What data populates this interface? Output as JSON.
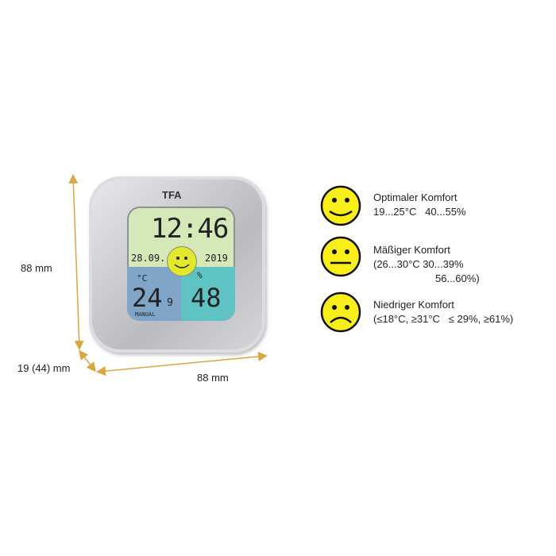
{
  "dimensions": {
    "height": "88 mm",
    "depth": "19 (44) mm",
    "width": "88 mm"
  },
  "device": {
    "brand": "TFA",
    "time": "12:46",
    "date": "28.09.",
    "year": "2019",
    "temp_unit": "°C",
    "temperature": "24",
    "temperature_decimal": "9",
    "humidity_unit": "%",
    "humidity": "48",
    "mode": "MANUAL"
  },
  "comfort_levels": [
    {
      "title": "Optimaler Komfort",
      "line1": "19...25°C   40...55%",
      "line2": "",
      "face": "happy"
    },
    {
      "title": "Mäßiger Komfort",
      "line1": "(26...30°C 30...39%",
      "line2": "56...60%)",
      "face": "neutral"
    },
    {
      "title": "Niedriger Komfort",
      "line1": "(≤18°C, ≥31°C   ≤ 29%, ≥61%)",
      "line2": "",
      "face": "sad"
    }
  ],
  "colors": {
    "arrow": "#d9a640",
    "smiley": "#f7ee1a",
    "lcd_green": "#d4e8b8",
    "lcd_blue": "#7fa6c9",
    "lcd_teal": "#5fc3c3"
  }
}
